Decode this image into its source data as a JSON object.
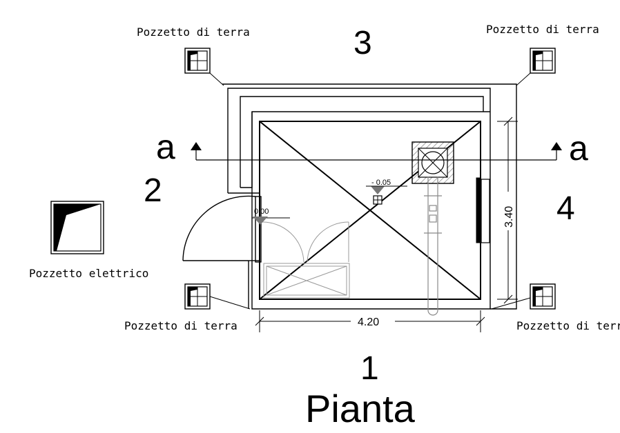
{
  "labels": {
    "pozzetto_terra_tl": "Pozzetto di terra",
    "pozzetto_terra_tr": "Pozzetto di terra",
    "pozzetto_terra_bl": "Pozzetto di terra",
    "pozzetto_terra_br": "Pozzetto di terra",
    "pozzetto_elettrico": "Pozzetto elettrico",
    "side_top": "3",
    "side_left": "2",
    "side_right": "4",
    "side_bottom": "1",
    "section_left": "a",
    "section_right": "a",
    "dim_width": "4.20",
    "dim_height": "3.40",
    "level_center": "- 0.05",
    "level_door": "0.00",
    "title": "Pianta"
  },
  "colors": {
    "line": "#000000",
    "gray": "#777777",
    "hatch": "#888888"
  }
}
